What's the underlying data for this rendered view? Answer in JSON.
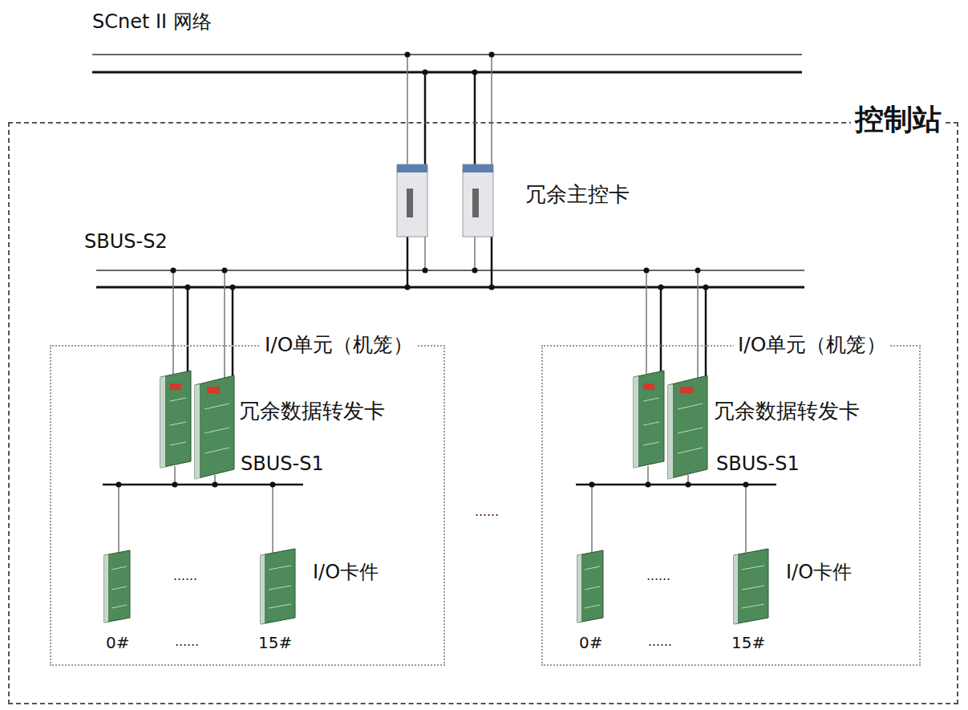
{
  "diagram": {
    "nodes": [
      {
        "text": [
          "控制站"
        ]
      },
      {
        "text": [
          "I/O单元（机笼）"
        ],
        "in": 0
      },
      {
        "text": [
          "I/O单元（机笼）"
        ],
        "in": 0
      }
    ],
    "labels": [
      "SCnet II 网络",
      "冗余主控卡",
      "SBUS-S2",
      "冗余数据转发卡",
      "SBUS-S1",
      "……",
      "I/O卡件",
      "0#",
      "……",
      "15#",
      "……",
      "冗余数据转发卡",
      "SBUS-S1",
      "……",
      "I/O卡件",
      "0#",
      "……",
      "15#"
    ]
  }
}
